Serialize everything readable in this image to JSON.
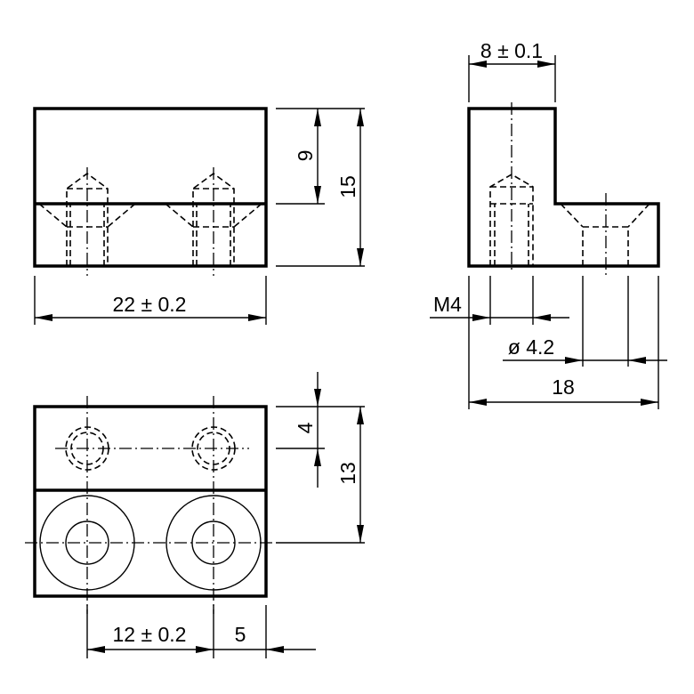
{
  "dimensions": {
    "front_width": "22 ± 0.2",
    "front_upper_height": "9",
    "front_total_height": "15",
    "side_top_width": "8 ± 0.1",
    "thread": "M4",
    "bore_diameter": "ø 4.2",
    "side_total_width": "18",
    "top_hole_offset": "4",
    "top_total_depth": "13",
    "hole_pitch": "12 ± 0.2",
    "edge_offset": "5"
  },
  "colors": {
    "line": "#000000",
    "background": "#ffffff"
  }
}
